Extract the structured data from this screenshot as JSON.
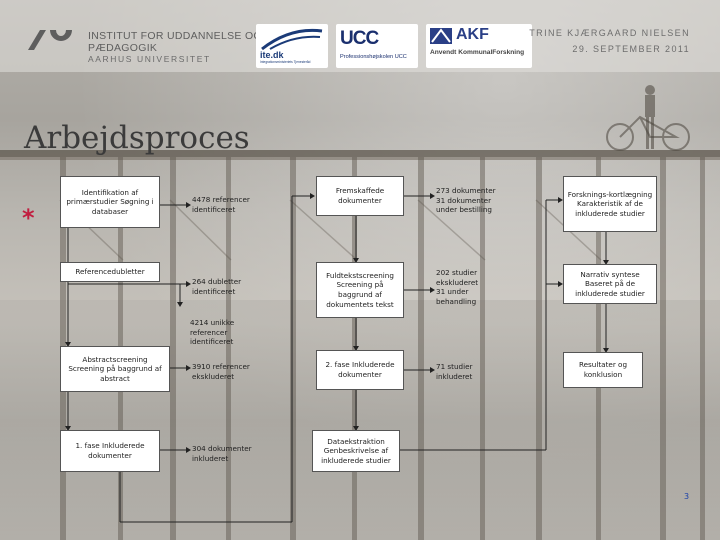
{
  "header": {
    "institution_lines": [
      "INSTITUT FOR UDDANNELSE OG",
      "PÆDAGOGIK",
      "AARHUS UNIVERSITET"
    ],
    "partner_logos": [
      {
        "name": "ite.dk",
        "tagline": "Integrationsministeriets Tjenesteråd",
        "color": "#1b3b78"
      },
      {
        "name": "UCC",
        "tagline": "Professionshøjskolen UCC",
        "color": "#1a2f6e"
      },
      {
        "name": "AKF",
        "tagline": "Anvendt KommunalForskning",
        "color": "#2a3f86"
      }
    ],
    "author": "TRINE KJÆRGAARD NIELSEN",
    "date": "29. SEPTEMBER 2011"
  },
  "title": "Arbejdsproces",
  "page_number": "3",
  "colors": {
    "asterisk": "#c11d3f",
    "link": "#1a3fa8"
  },
  "flow": {
    "boxes": {
      "identifikation": "Identifikation af primærstudier Søgning i databaser",
      "referencedubletter": "Referencedubletter",
      "abstractscreening": "Abstractscreening Screening på baggrund af abstract",
      "fase1": "1. fase Inkluderede dokumenter",
      "fremskaffede": "Fremskaffede dokumenter",
      "fuldtekst": "Fuldtekstscreening Screening på baggrund af dokumentets tekst",
      "fase2": "2. fase Inkluderede dokumenter",
      "dataekstraktion": "Dataekstraktion Genbeskrivelse af inkluderede studier",
      "forskningskortlaegning": "Forsknings-kortlægning Karakteristik af de inkluderede studier",
      "narrativ": "Narrativ syntese Baseret på de inkluderede studier",
      "resultater": "Resultater og konklusion"
    },
    "notes": {
      "identificeret_4478": "4478 referencer identificeret",
      "dubletter_264": "264 dubletter identificeret",
      "unikke_4214": "4214 unikke referencer identificeret",
      "ekskluderet_3910": "3910 referencer ekskluderet",
      "inkluderet_304": "304 dokumenter inkluderet",
      "bestilling_273": "273 dokumenter 31 dokumenter under bestilling",
      "ekskluderet_202": "202 studier ekskluderet 31 under behandling",
      "inkluderet_71": "71 studier inkluderet"
    }
  }
}
